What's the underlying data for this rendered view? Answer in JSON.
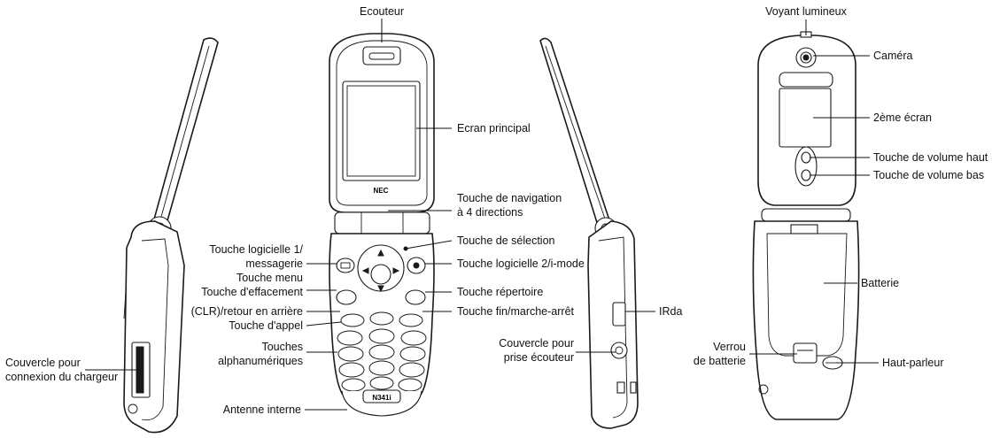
{
  "labels": {
    "ecouteur": "Ecouteur",
    "ecran_principal": "Ecran principal",
    "nav_line1": "Touche de navigation",
    "nav_line2": "à 4 directions",
    "selection": "Touche de sélection",
    "logicielle2": "Touche logicielle 2/i-mode",
    "repertoire": "Touche répertoire",
    "fin": "Touche fin/marche-arrêt",
    "logicielle1_line1": "Touche logicielle 1/",
    "logicielle1_line2": "messagerie",
    "menu": "Touche menu",
    "effacement_line1": "Touche d'effacement",
    "effacement_line2": "(CLR)/retour en arrière",
    "appel": "Touche d'appel",
    "touches_line1": "Touches",
    "touches_line2": "alphanumériques",
    "antenne": "Antenne interne",
    "chargeur_line1": "Couvercle pour",
    "chargeur_line2": "connexion du chargeur",
    "ecouteur_prise_line1": "Couvercle pour",
    "ecouteur_prise_line2": "prise écouteur",
    "irda": "IRda",
    "voyant": "Voyant lumineux",
    "camera": "Caméra",
    "ecran2": "2ème écran",
    "vol_haut": "Touche de volume haut",
    "vol_bas": "Touche de volume bas",
    "batterie": "Batterie",
    "verrou_line1": "Verrou",
    "verrou_line2": "de batterie",
    "haut_parleur": "Haut-parleur"
  },
  "device_text": {
    "brand": "NEC",
    "model": "N341i"
  }
}
